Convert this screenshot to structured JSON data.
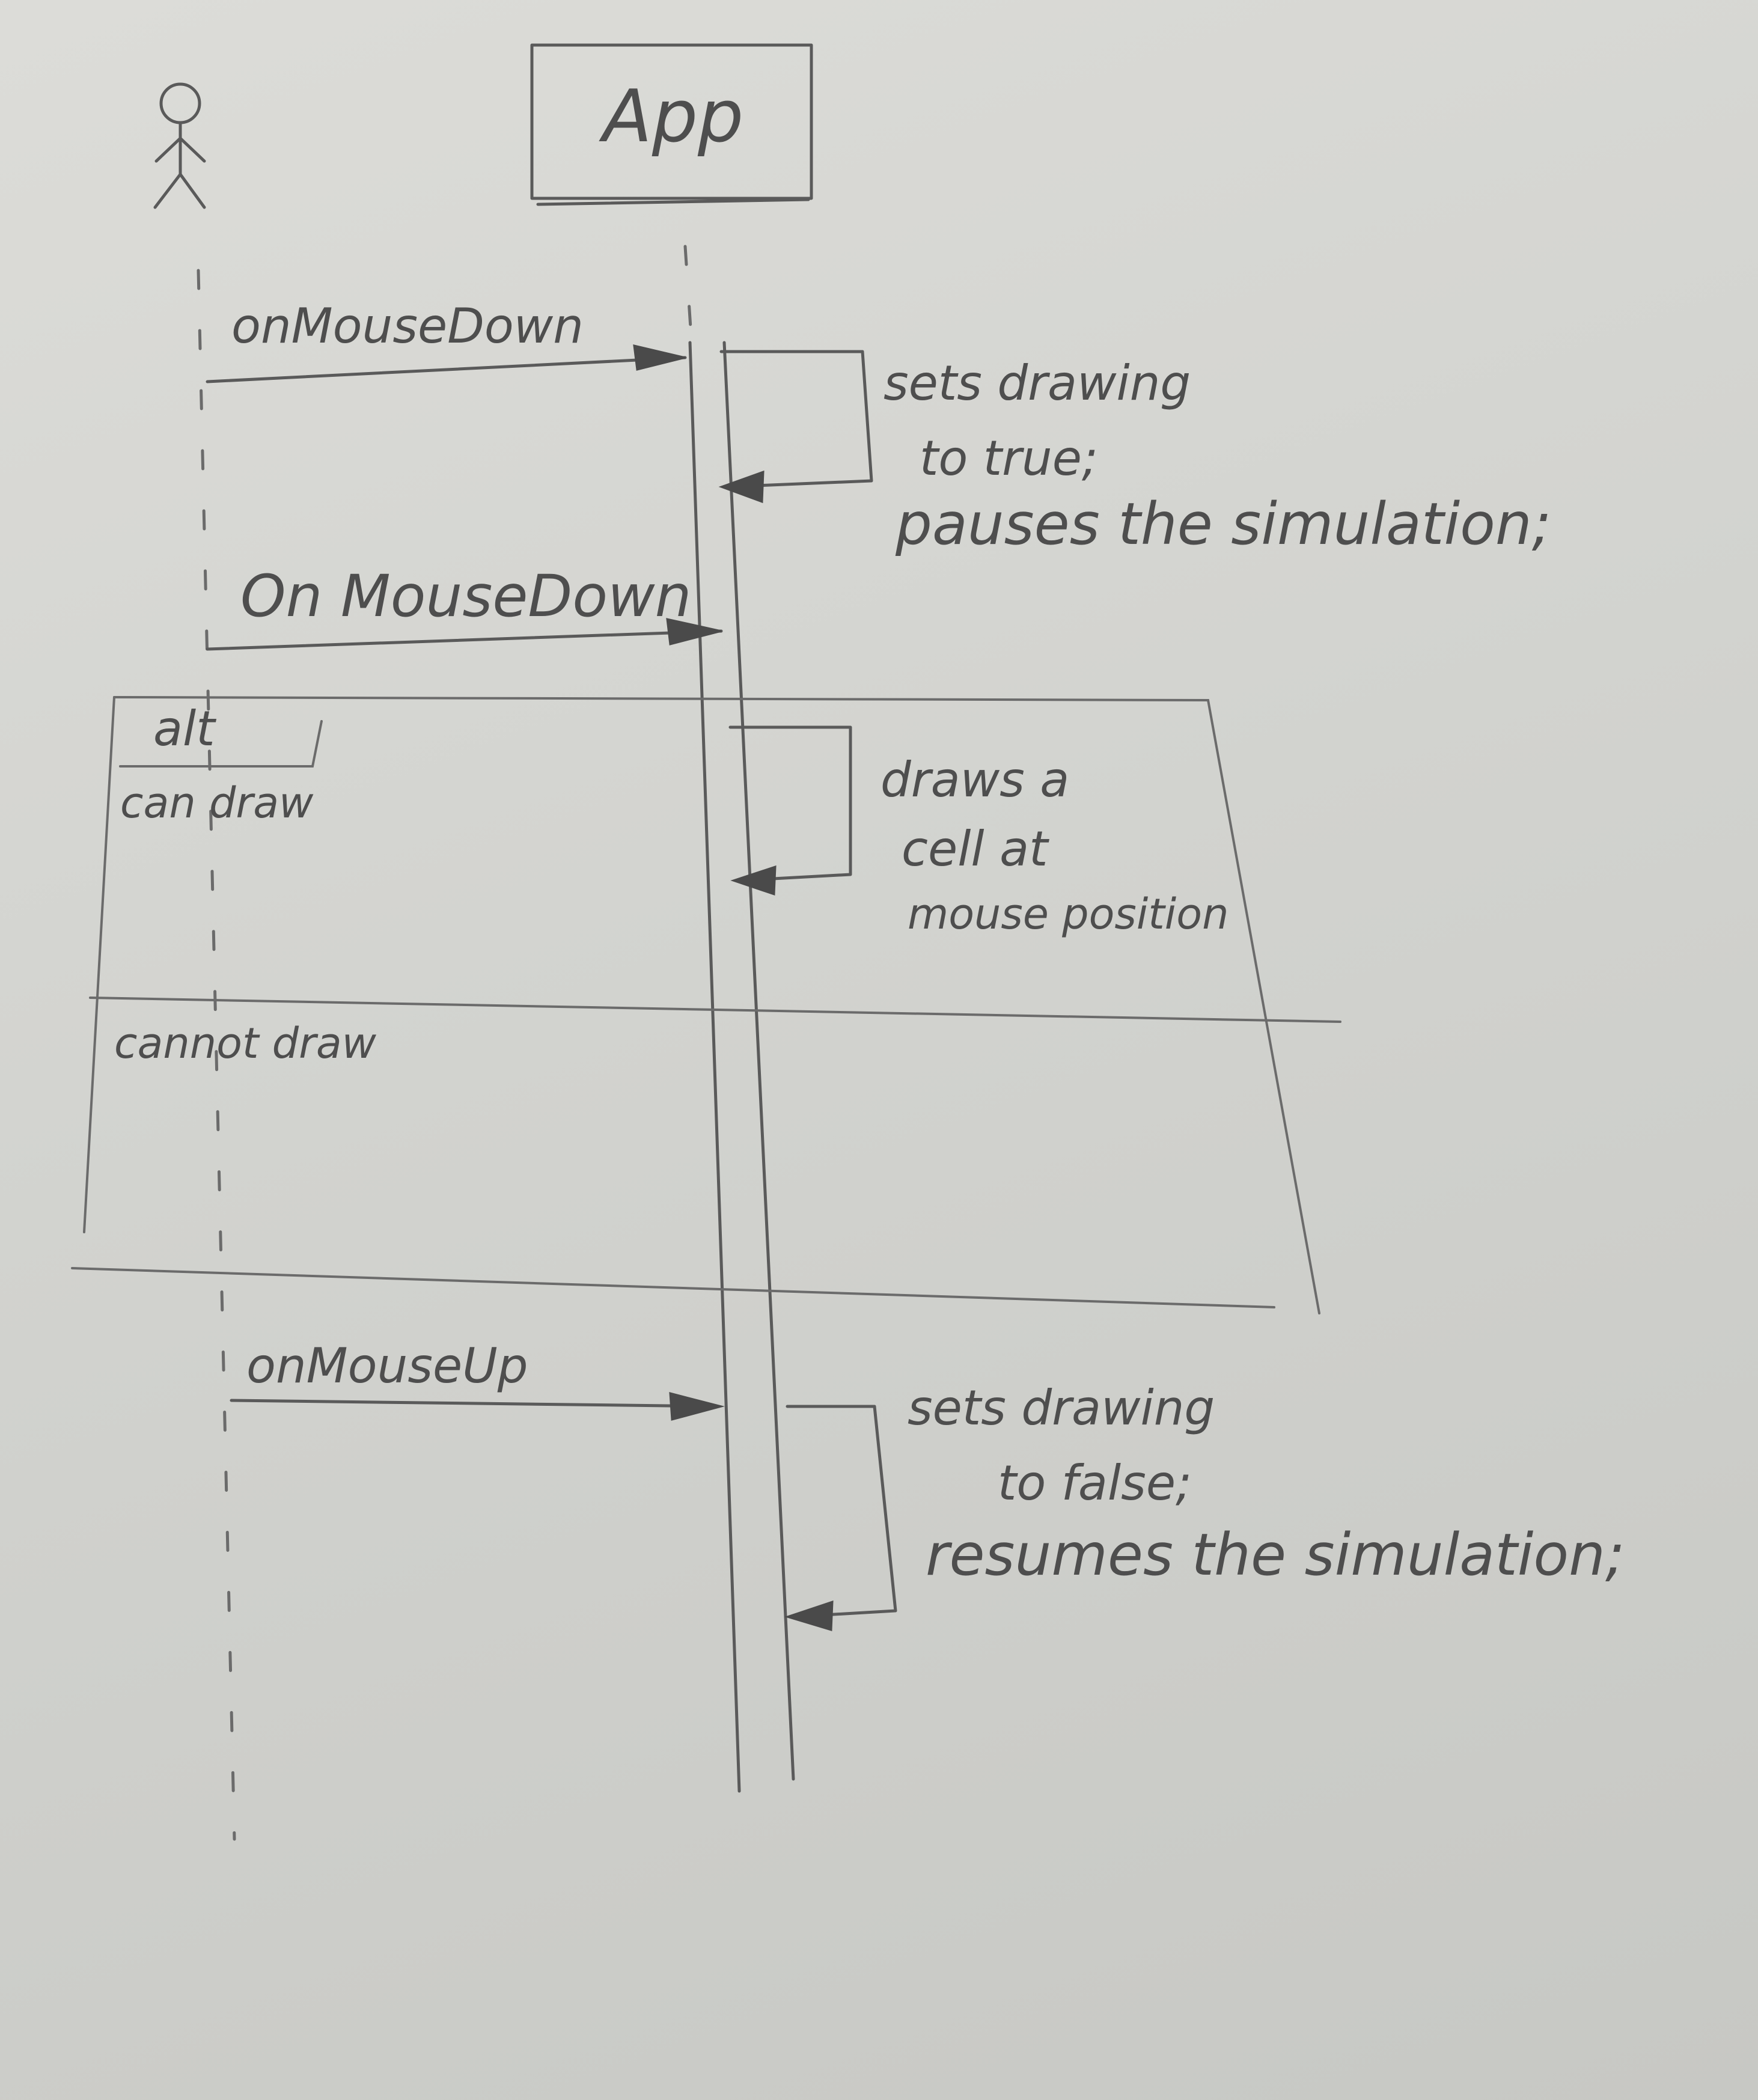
{
  "participants": {
    "actor": {
      "icon": "stick-figure-icon"
    },
    "app": {
      "label": "App"
    }
  },
  "messages": [
    {
      "label": "onMouseDown"
    },
    {
      "label": "On MouseDown"
    },
    {
      "label": "onMouseUp"
    }
  ],
  "notes": {
    "first": [
      "sets drawing",
      "to true;",
      "pauses the simulation;"
    ],
    "alt": [
      "draws a",
      "cell at",
      "mouse position"
    ],
    "last": [
      "sets drawing",
      "to false;",
      "resumes the simulation;"
    ]
  },
  "fragment": {
    "operator": "alt",
    "guards": [
      "can draw",
      "cannot draw"
    ]
  },
  "colors": {
    "paper": "#d6d7d3",
    "pencil": "#5a5a5a"
  }
}
